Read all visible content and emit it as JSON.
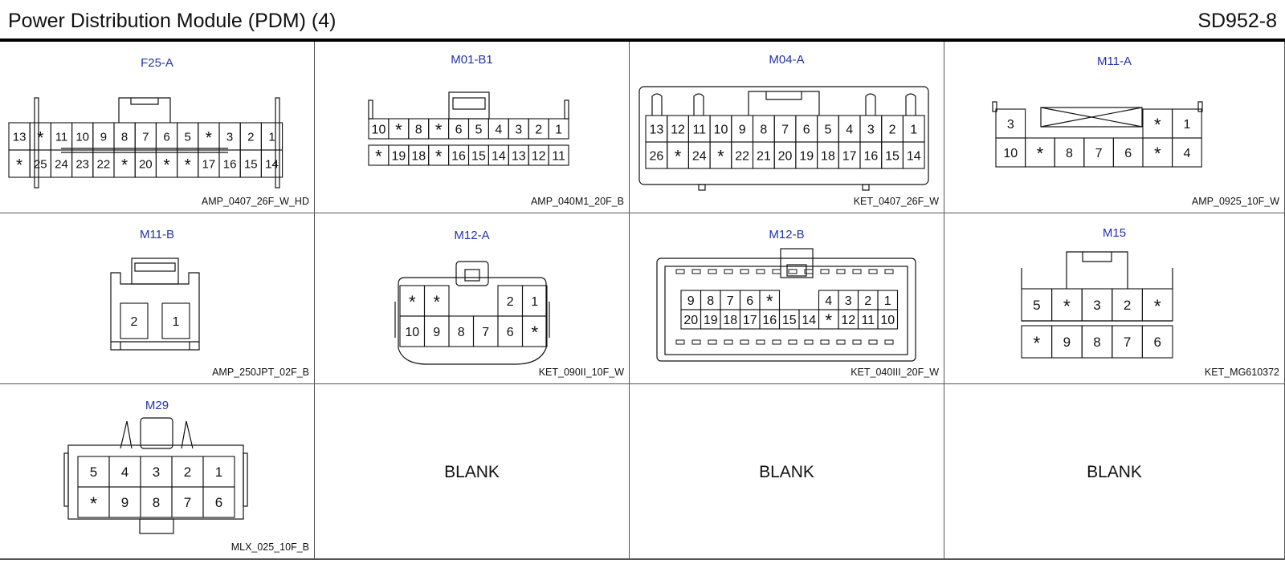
{
  "page_title": "Power Distribution Module (PDM) (4)",
  "page_code": "SD952-8",
  "connectors": [
    {
      "name": "F25-A",
      "part": "AMP_0407_26F_W_HD",
      "rows": [
        [
          "13",
          "*",
          "11",
          "10",
          "9",
          "8",
          "7",
          "6",
          "5",
          "*",
          "3",
          "2",
          "1"
        ],
        [
          "*",
          "25",
          "24",
          "23",
          "22",
          "*",
          "20",
          "*",
          "*",
          "17",
          "16",
          "15",
          "14"
        ]
      ]
    },
    {
      "name": "M01-B1",
      "part": "AMP_040M1_20F_B",
      "rows": [
        [
          "10",
          "*",
          "8",
          "*",
          "6",
          "5",
          "4",
          "3",
          "2",
          "1"
        ],
        [
          "*",
          "19",
          "18",
          "*",
          "16",
          "15",
          "14",
          "13",
          "12",
          "11"
        ]
      ]
    },
    {
      "name": "M04-A",
      "part": "KET_0407_26F_W",
      "rows": [
        [
          "13",
          "12",
          "11",
          "10",
          "9",
          "8",
          "7",
          "6",
          "5",
          "4",
          "3",
          "2",
          "1"
        ],
        [
          "26",
          "*",
          "24",
          "*",
          "22",
          "21",
          "20",
          "19",
          "18",
          "17",
          "16",
          "15",
          "14"
        ]
      ]
    },
    {
      "name": "M11-A",
      "part": "AMP_0925_10F_W",
      "rows": [
        [
          "3",
          "",
          "",
          "",
          "",
          "*",
          "1"
        ],
        [
          "10",
          "*",
          "8",
          "7",
          "6",
          "*",
          "4"
        ]
      ]
    },
    {
      "name": "M11-B",
      "part": "AMP_250JPT_02F_B",
      "rows": [
        [
          "2",
          "1"
        ]
      ]
    },
    {
      "name": "M12-A",
      "part": "KET_090II_10F_W",
      "rows": [
        [
          "*",
          "*",
          "",
          "",
          "2",
          "1"
        ],
        [
          "10",
          "9",
          "8",
          "7",
          "6",
          "*"
        ]
      ]
    },
    {
      "name": "M12-B",
      "part": "KET_040III_20F_W",
      "rows": [
        [
          "9",
          "8",
          "7",
          "6",
          "*",
          "",
          "",
          "4",
          "3",
          "2",
          "1"
        ],
        [
          "20",
          "19",
          "18",
          "17",
          "16",
          "15",
          "14",
          "*",
          "12",
          "11",
          "10"
        ]
      ]
    },
    {
      "name": "M15",
      "part": "KET_MG610372",
      "rows": [
        [
          "5",
          "*",
          "3",
          "2",
          "*"
        ],
        [
          "*",
          "9",
          "8",
          "7",
          "6"
        ]
      ]
    },
    {
      "name": "M29",
      "part": "MLX_025_10F_B",
      "rows": [
        [
          "5",
          "4",
          "3",
          "2",
          "1"
        ],
        [
          "*",
          "9",
          "8",
          "7",
          "6"
        ]
      ]
    }
  ],
  "blank_cells": [
    "BLANK",
    "BLANK",
    "BLANK"
  ],
  "colors": {
    "connector_name": "#2233aa",
    "line": "#111111"
  }
}
